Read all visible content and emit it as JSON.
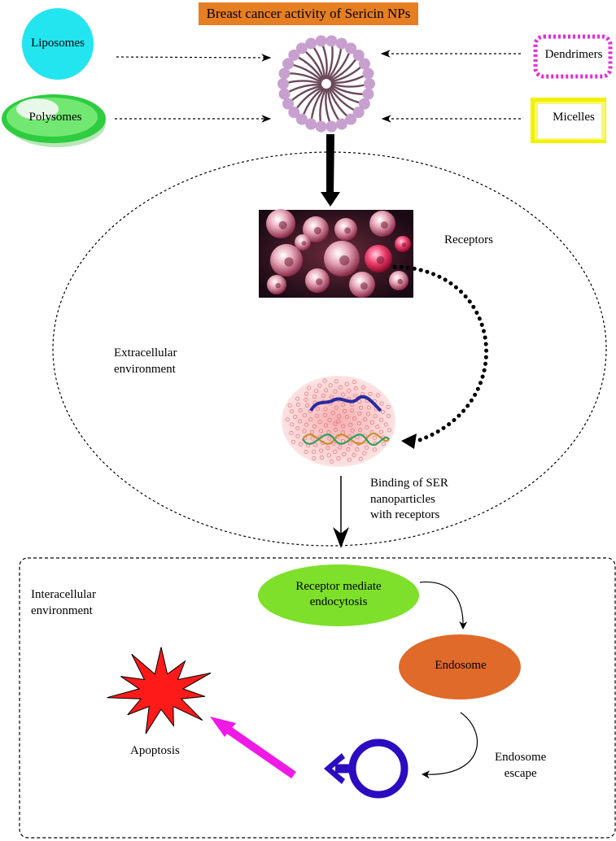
{
  "title": "Breast cancer activity of Sericin NPs",
  "carriers": {
    "liposomes": "Liposomes",
    "polysomes": "Polysomes",
    "dendrimers": "Dendrimers",
    "micelles": "Micelles"
  },
  "labels": {
    "receptors": "Receptors",
    "extracellular_line1": "Extracellular",
    "extracellular_line2": "environment",
    "binding_line1": "Binding of SER",
    "binding_line2": "nanoparticles",
    "binding_line3": "with receptors",
    "intracellular_line1": "Interacellular",
    "intracellular_line2": "environment",
    "endosome_escape_line1": "Endosome",
    "endosome_escape_line2": "escape",
    "apoptosis": "Apoptosis"
  },
  "nodes": {
    "receptor_endocytosis_line1": "Receptor mediate",
    "receptor_endocytosis_line2": "endocytosis",
    "endosome": "Endosome"
  },
  "colors": {
    "title_bg": "#e67e22",
    "liposome": "#22e5f0",
    "polysome": "#2ecc40",
    "dendrimer_border": "#e62bd8",
    "micelle_border": "#f2f200",
    "lipid_head": "#c8a0d0",
    "endocytosis_node": "#7ee02a",
    "endosome_node": "#e06a2a",
    "apoptosis_star": "#ff1a1a",
    "escape_symbol": "#2b0cc0",
    "apoptosis_arrow": "#f01ae6"
  },
  "icons": {
    "nanoparticle": "micelle-nanoparticle-icon",
    "cancer_cells": "cancer-cells-image",
    "receptor_binding": "protein-dna-binding-image",
    "apoptosis": "starburst-icon",
    "escape": "circle-arrow-icon"
  }
}
